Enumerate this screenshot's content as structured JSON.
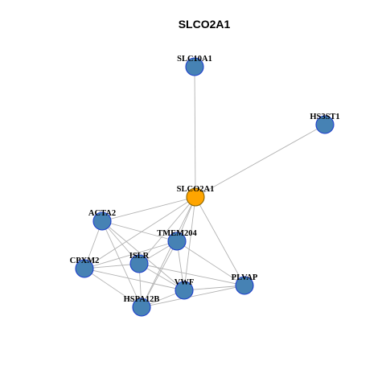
{
  "title": "SLCO2A1",
  "colors": {
    "center": "#FFA500",
    "default_fill": "#4682B4",
    "node_border": "#1E3FCC",
    "center_border": "#8B6400",
    "edge": "#B3B3B3",
    "label": "#000000"
  },
  "nodes": [
    {
      "id": "SLCO2A1",
      "label": "SLCO2A1",
      "center": true
    },
    {
      "id": "SLC10A1",
      "label": "SLC10A1"
    },
    {
      "id": "HS3ST1",
      "label": "HS3ST1"
    },
    {
      "id": "ACTA2",
      "label": "ACTA2"
    },
    {
      "id": "TMEM204",
      "label": "TMEM204"
    },
    {
      "id": "ISLR",
      "label": "ISLR"
    },
    {
      "id": "CPXM2",
      "label": "CPXM2"
    },
    {
      "id": "VWF",
      "label": "VWF"
    },
    {
      "id": "PLVAP",
      "label": "PLVAP"
    },
    {
      "id": "HSPA12B",
      "label": "HSPA12B"
    }
  ],
  "edges": [
    [
      "SLCO2A1",
      "SLC10A1"
    ],
    [
      "SLCO2A1",
      "HS3ST1"
    ],
    [
      "SLCO2A1",
      "ACTA2"
    ],
    [
      "SLCO2A1",
      "TMEM204"
    ],
    [
      "SLCO2A1",
      "ISLR"
    ],
    [
      "SLCO2A1",
      "CPXM2"
    ],
    [
      "SLCO2A1",
      "VWF"
    ],
    [
      "SLCO2A1",
      "PLVAP"
    ],
    [
      "SLCO2A1",
      "HSPA12B"
    ],
    [
      "ACTA2",
      "TMEM204"
    ],
    [
      "ACTA2",
      "ISLR"
    ],
    [
      "ACTA2",
      "CPXM2"
    ],
    [
      "ACTA2",
      "VWF"
    ],
    [
      "ACTA2",
      "HSPA12B"
    ],
    [
      "TMEM204",
      "ISLR"
    ],
    [
      "TMEM204",
      "CPXM2"
    ],
    [
      "TMEM204",
      "VWF"
    ],
    [
      "TMEM204",
      "PLVAP"
    ],
    [
      "TMEM204",
      "HSPA12B"
    ],
    [
      "ISLR",
      "CPXM2"
    ],
    [
      "ISLR",
      "VWF"
    ],
    [
      "ISLR",
      "HSPA12B"
    ],
    [
      "ISLR",
      "PLVAP"
    ],
    [
      "CPXM2",
      "VWF"
    ],
    [
      "CPXM2",
      "HSPA12B"
    ],
    [
      "VWF",
      "HSPA12B"
    ],
    [
      "VWF",
      "PLVAP"
    ],
    [
      "PLVAP",
      "HSPA12B"
    ]
  ]
}
